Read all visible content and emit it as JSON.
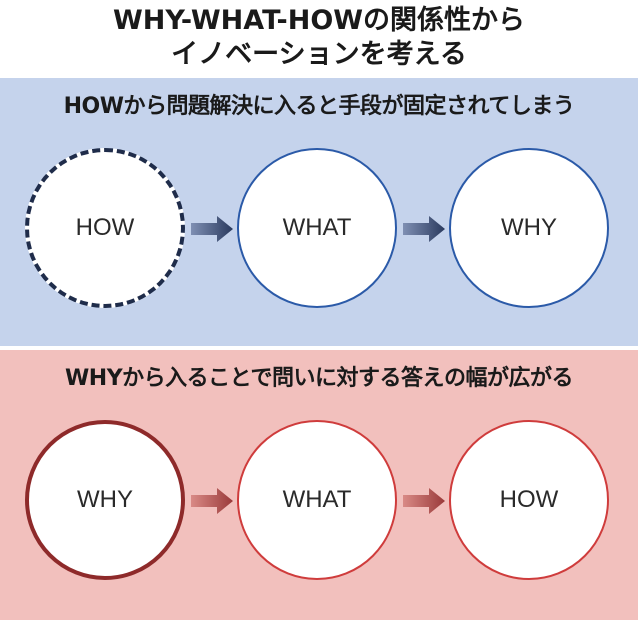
{
  "title": {
    "line1": "WHY-WHAT-HOWの関係性から",
    "line2": "イノベーションを考える"
  },
  "top_panel": {
    "heading": "HOWから問題解決に入ると手段が固定されてしまう",
    "circles": [
      "HOW",
      "WHAT",
      "WHY"
    ],
    "background": "#c5d3ec",
    "arrow_color": "#2a3a5e",
    "first_circle_border": "dashed"
  },
  "bottom_panel": {
    "heading": "WHYから入ることで問いに対する答えの幅が広がる",
    "circles": [
      "WHY",
      "WHAT",
      "HOW"
    ],
    "background": "#f2c0bd",
    "arrow_color": "#9a3a3a",
    "first_circle_border": "solid-dark-red"
  }
}
